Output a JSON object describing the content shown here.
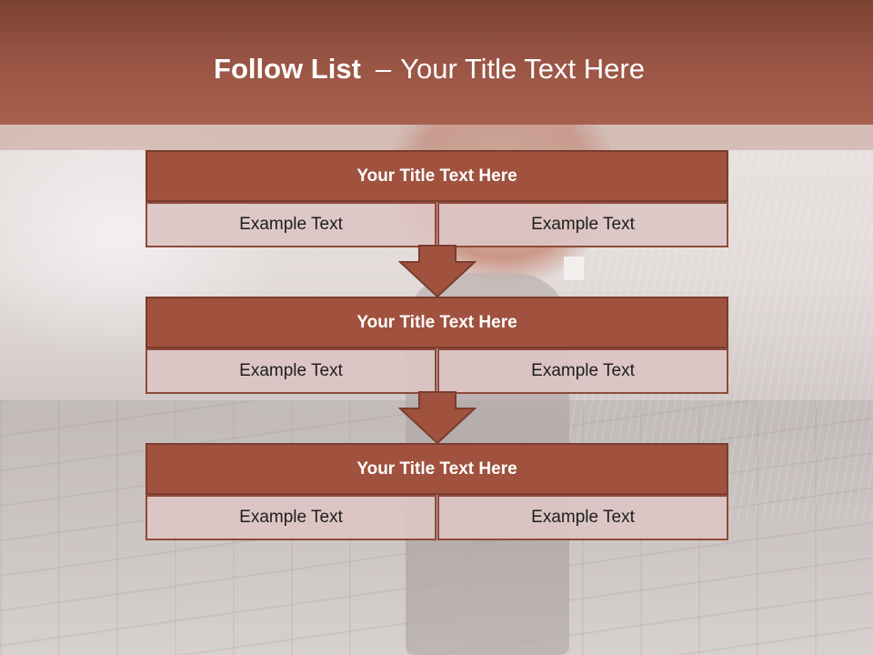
{
  "header": {
    "title_bold": "Follow List",
    "title_separator": "–",
    "title_rest": "Your Title Text Here"
  },
  "blocks": [
    {
      "title": "Your Title Text Here",
      "left_text": "Example Text",
      "right_text": "Example Text"
    },
    {
      "title": "Your Title Text Here",
      "left_text": "Example Text",
      "right_text": "Example Text"
    },
    {
      "title": "Your Title Text Here",
      "left_text": "Example Text",
      "right_text": "Example Text"
    }
  ],
  "colors": {
    "header": "#9c5646",
    "box_title": "#a0523f",
    "box_border": "#7a3d2e",
    "cell_fill": "#dcc6c4"
  }
}
